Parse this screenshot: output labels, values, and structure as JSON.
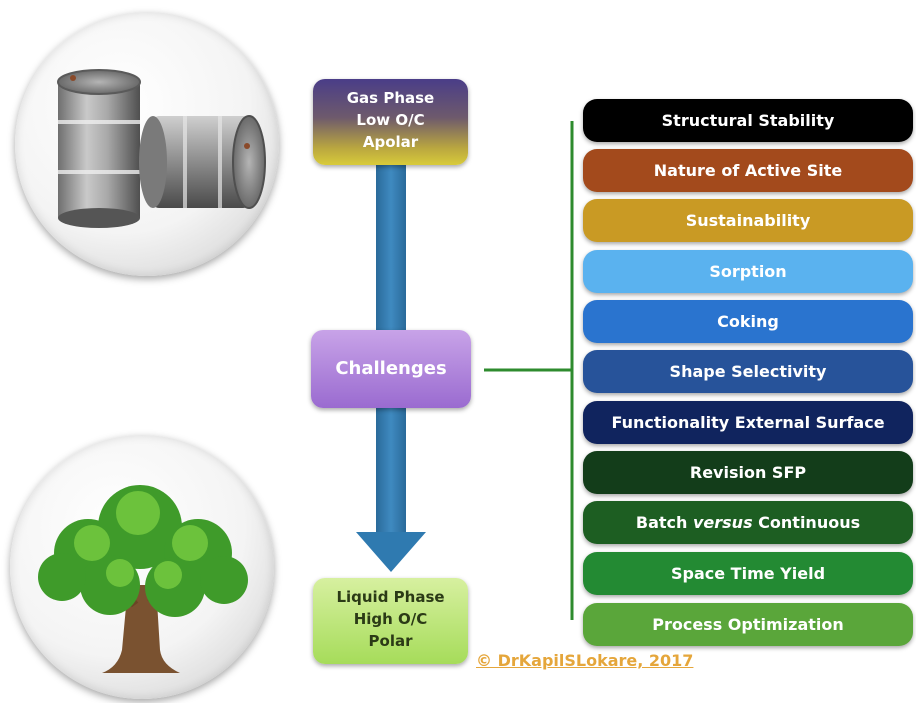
{
  "flow": {
    "gas_phase": [
      "Gas Phase",
      "Low O/C",
      "Apolar"
    ],
    "challenges": "Challenges",
    "liquid_phase": [
      "Liquid Phase",
      "High O/C",
      "Polar"
    ]
  },
  "challenges_list": [
    {
      "label": "Structural Stability",
      "color": "#000000"
    },
    {
      "label": "Nature of Active Site",
      "color": "#a34a1c"
    },
    {
      "label": "Sustainability",
      "color": "#c99a24"
    },
    {
      "label": "Sorption",
      "color": "#5ab2ef"
    },
    {
      "label": "Coking",
      "color": "#2a74cf"
    },
    {
      "label": "Shape Selectivity",
      "color": "#27539a"
    },
    {
      "label": "Functionality External Surface",
      "color": "#10245e"
    },
    {
      "label": "Revision SFP",
      "color": "#133d1a"
    },
    {
      "label_before": "Batch ",
      "label_italic": "versus",
      "label_after": " Continuous",
      "color": "#1d5e22"
    },
    {
      "label": "Space Time Yield",
      "color": "#238a33"
    },
    {
      "label": "Process Optimization",
      "color": "#5aa63a"
    }
  ],
  "copyright": "© DrKapilSLokare, 2017",
  "icons": [
    "oil-barrels-icon",
    "tree-icon"
  ]
}
